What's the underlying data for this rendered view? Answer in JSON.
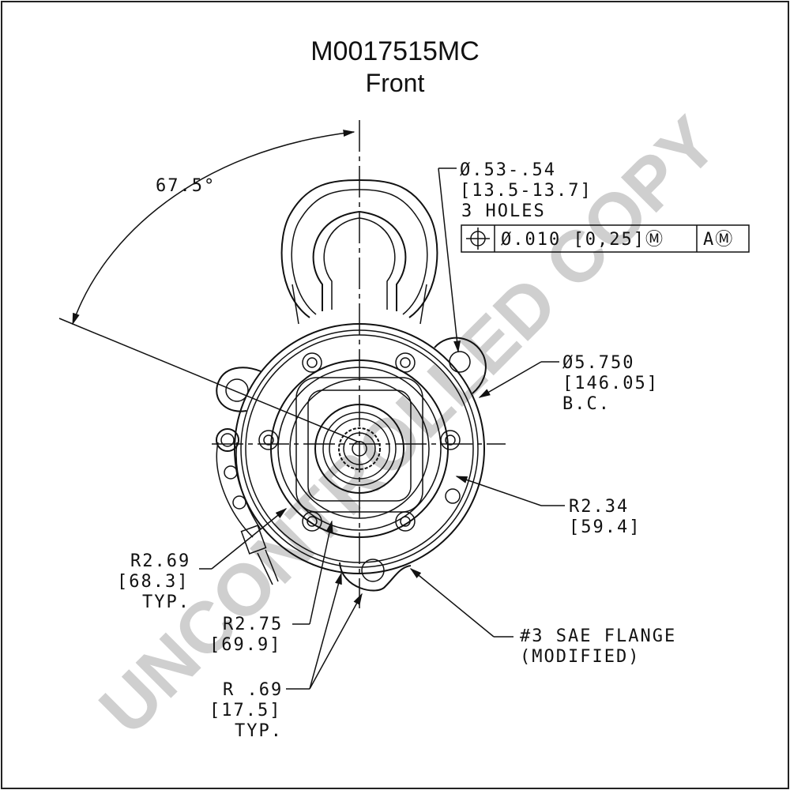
{
  "drawing": {
    "part_number": "M0017515MC",
    "view": "Front",
    "watermark": "UNCONTROLLED COPY",
    "angle": "67.5°"
  },
  "callouts": {
    "holes": {
      "dia": "Ø.53-.54",
      "dia_mm": "[13.5-13.7]",
      "count": "3 HOLES",
      "fcf_tolerance": "Ø.010 [0,25]Ⓜ",
      "fcf_datum": "AⓂ"
    },
    "bolt_circle": {
      "dia": "Ø5.750",
      "dia_mm": "[146.05]",
      "label": "B.C."
    },
    "r234": {
      "value": "R2.34",
      "mm": "[59.4]"
    },
    "r269": {
      "value": "R2.69",
      "mm": "[68.3]",
      "note": "TYP."
    },
    "r275": {
      "value": "R2.75",
      "mm": "[69.9]"
    },
    "r069": {
      "value": "R .69",
      "mm": "[17.5]",
      "note": "TYP."
    },
    "flange": {
      "line1": "#3 SAE FLANGE",
      "line2": "(MODIFIED)"
    }
  }
}
